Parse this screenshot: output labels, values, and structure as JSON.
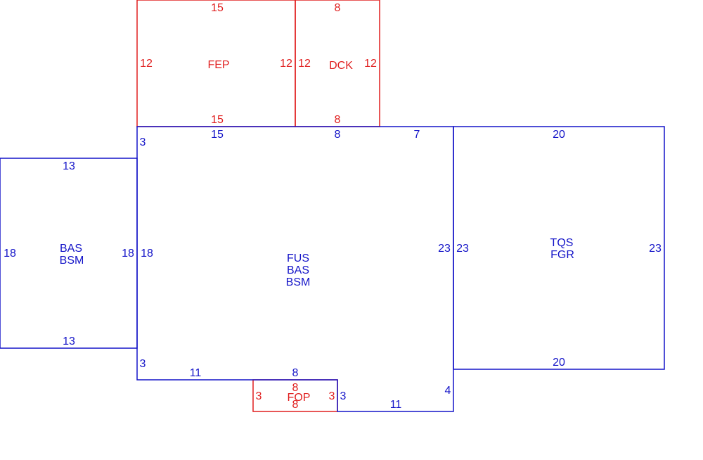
{
  "colors": {
    "existing": "#1414c8",
    "exterior": "#e01e1e"
  },
  "areas": [
    {
      "id": "main",
      "labels": [
        "FUS",
        "BAS",
        "BSM"
      ],
      "dims": {
        "top_a": "15",
        "top_b": "8",
        "top_c": "7",
        "left_upper": "3",
        "left": "18",
        "left_lower": "3",
        "right": "23",
        "bottom_left": "11",
        "bottom_mid": "8",
        "notch_left": "3",
        "bottom_right": "11",
        "right_lower": "4"
      }
    },
    {
      "id": "west-wing",
      "labels": [
        "BAS",
        "BSM"
      ],
      "dims": {
        "top": "13",
        "bottom": "13",
        "left": "18",
        "right": "18"
      }
    },
    {
      "id": "garage",
      "labels": [
        "TQS",
        "FGR"
      ],
      "dims": {
        "top": "20",
        "bottom": "20",
        "left": "23",
        "right": "23"
      }
    },
    {
      "id": "fep",
      "labels": [
        "FEP"
      ],
      "dims": {
        "top": "15",
        "bottom": "15",
        "left": "12",
        "right": "12"
      }
    },
    {
      "id": "dck",
      "labels": [
        "DCK"
      ],
      "dims": {
        "top": "8",
        "bottom": "8",
        "left": "12",
        "right": "12"
      }
    },
    {
      "id": "fop",
      "labels": [
        "FOP"
      ],
      "dims": {
        "top": "8",
        "bottom": "8",
        "left": "3",
        "right": "3"
      }
    }
  ]
}
